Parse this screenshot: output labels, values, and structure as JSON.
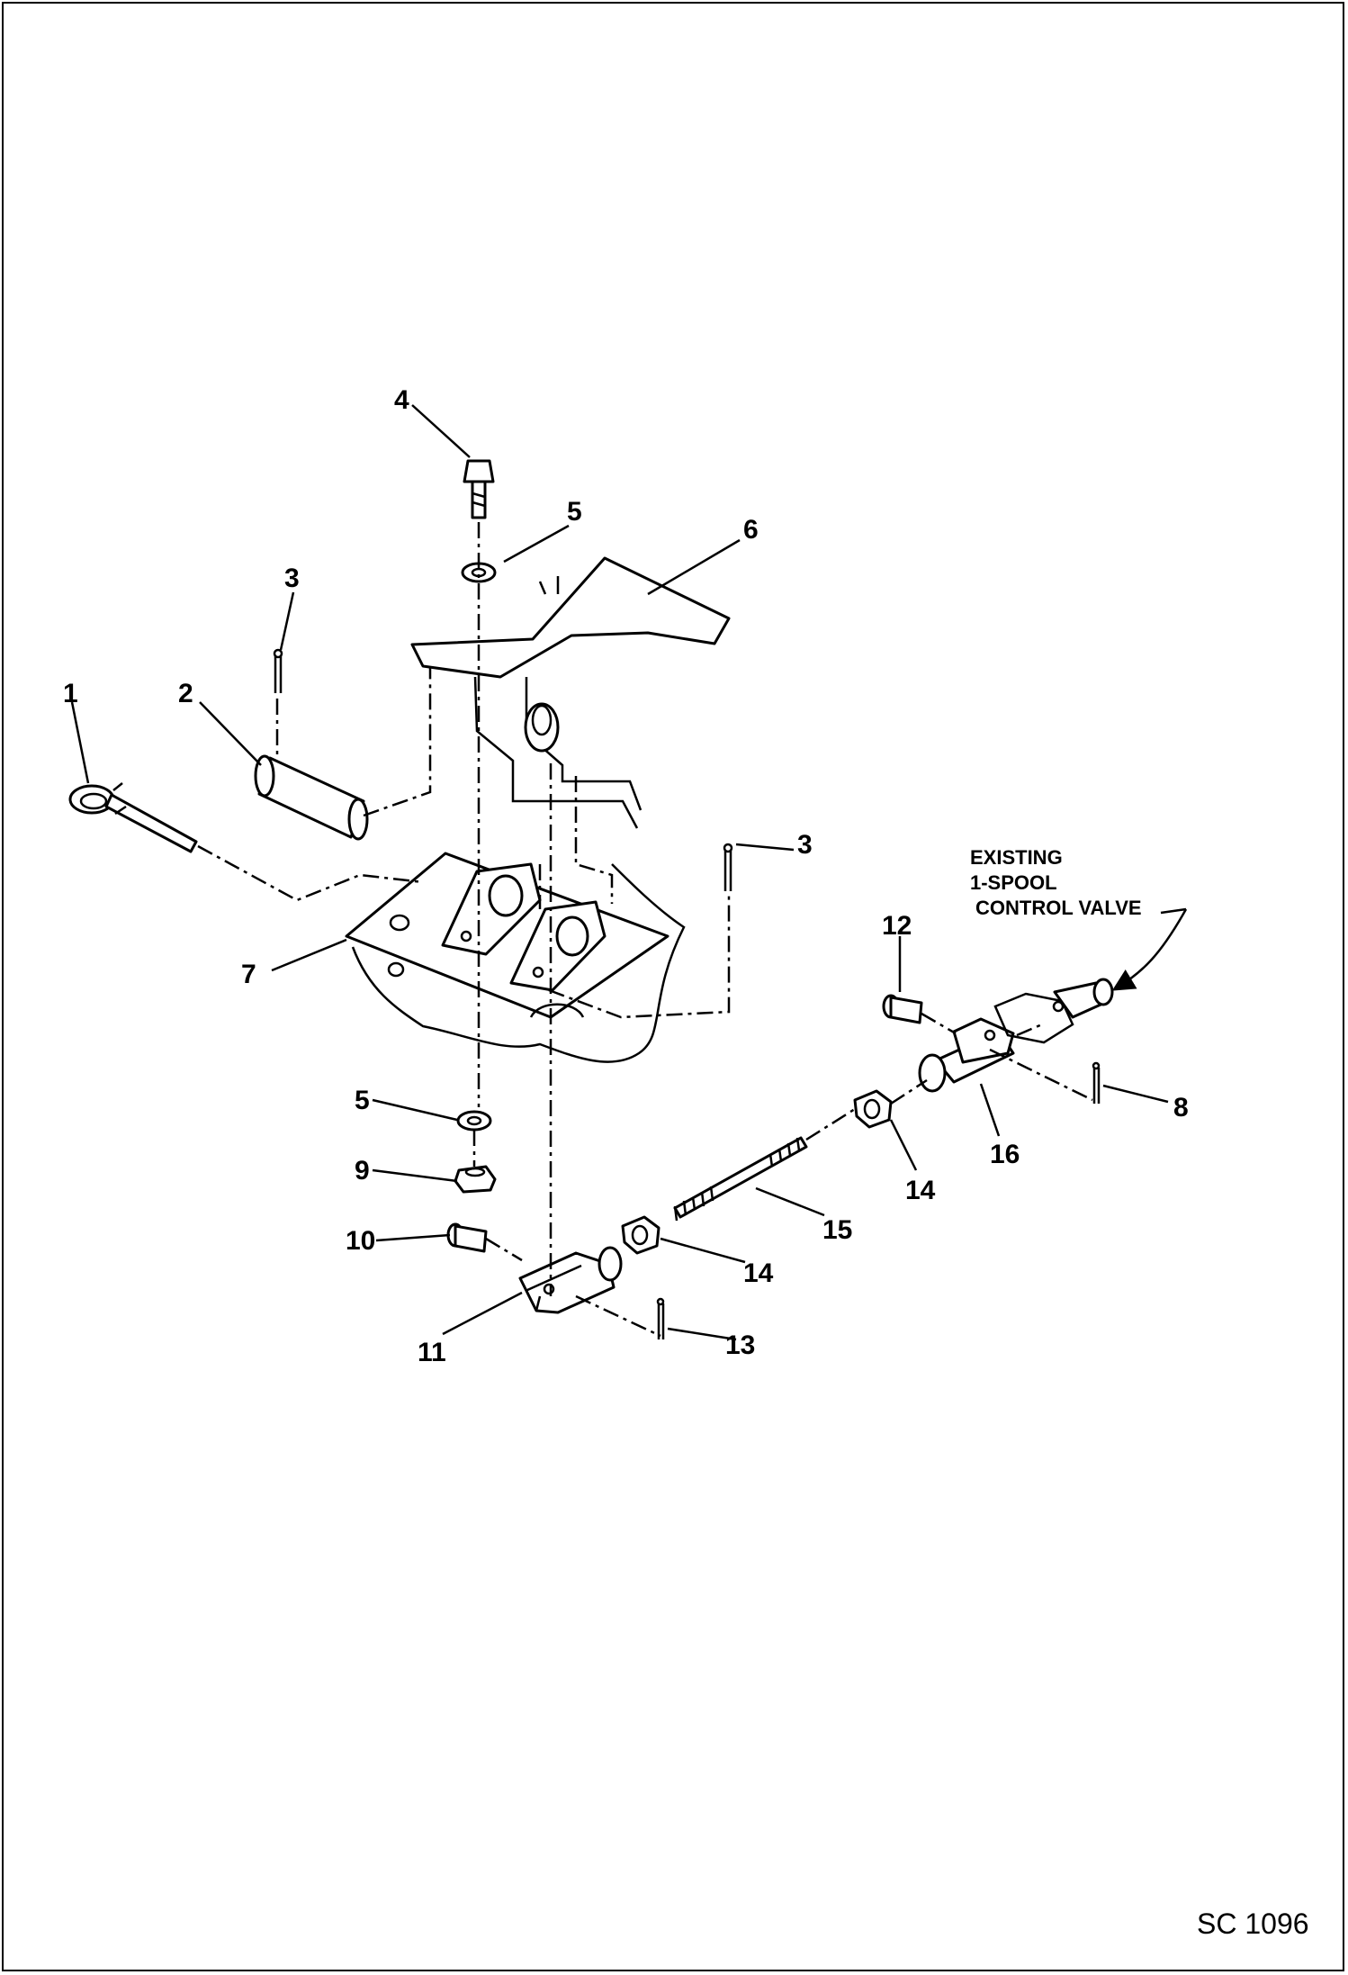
{
  "diagram": {
    "drawing_code": "SC 1096",
    "note": {
      "line1": "EXISTING",
      "line2": "1-SPOOL",
      "line3": "CONTROL VALVE"
    },
    "callouts": [
      "1",
      "2",
      "3",
      "3",
      "4",
      "5",
      "5",
      "6",
      "7",
      "8",
      "9",
      "10",
      "11",
      "12",
      "13",
      "14",
      "14",
      "15",
      "16"
    ]
  }
}
